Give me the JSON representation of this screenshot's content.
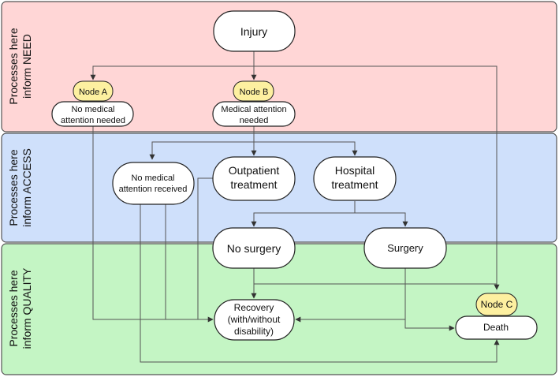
{
  "bands": [
    {
      "id": "need",
      "label_lines": [
        "Processes here",
        "inform NEED"
      ],
      "color": "#ffd6d6"
    },
    {
      "id": "access",
      "label_lines": [
        "Processes here",
        "inform ACCESS"
      ],
      "color": "#cfe0fb"
    },
    {
      "id": "quality",
      "label_lines": [
        "Processes here",
        "inform QUALITY"
      ],
      "color": "#c4f5c4"
    }
  ],
  "nodes": {
    "injury": "Injury",
    "node_a": "Node A",
    "no_med_needed": [
      "No medical",
      "attention needed"
    ],
    "node_b": "Node B",
    "med_needed": [
      "Medical attention",
      "needed"
    ],
    "no_med_received": [
      "No medical",
      "attention received"
    ],
    "outpatient": [
      "Outpatient",
      "treatment"
    ],
    "hospital": [
      "Hospital",
      "treatment"
    ],
    "no_surgery": "No surgery",
    "surgery": "Surgery",
    "recovery": [
      "Recovery",
      "(with/without",
      "disability)"
    ],
    "node_c": "Node C",
    "death": "Death"
  },
  "colors": {
    "node_tag": "#fdf0a0",
    "line": "#555555"
  }
}
